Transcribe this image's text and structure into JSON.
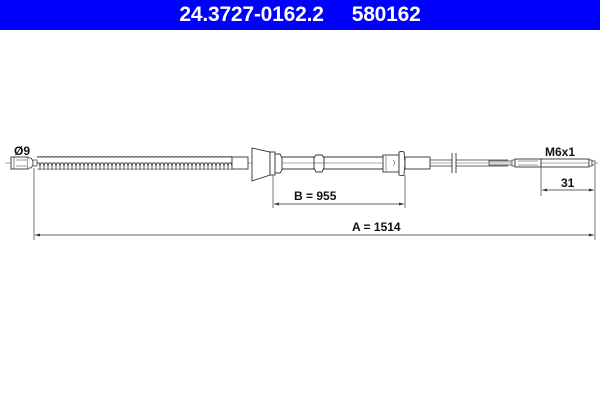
{
  "header": {
    "part_number": "24.3727-0162.2",
    "ref_number": "580162",
    "background_color": "#0000ff",
    "text_color": "#ffffff"
  },
  "diagram": {
    "type": "cable drawing",
    "labels": {
      "diameter": "Ø9",
      "thread": "M6x1",
      "dim_a": "A = 1514",
      "dim_b": "B = 955",
      "dim_end": "31"
    },
    "line_color": "#333333"
  }
}
